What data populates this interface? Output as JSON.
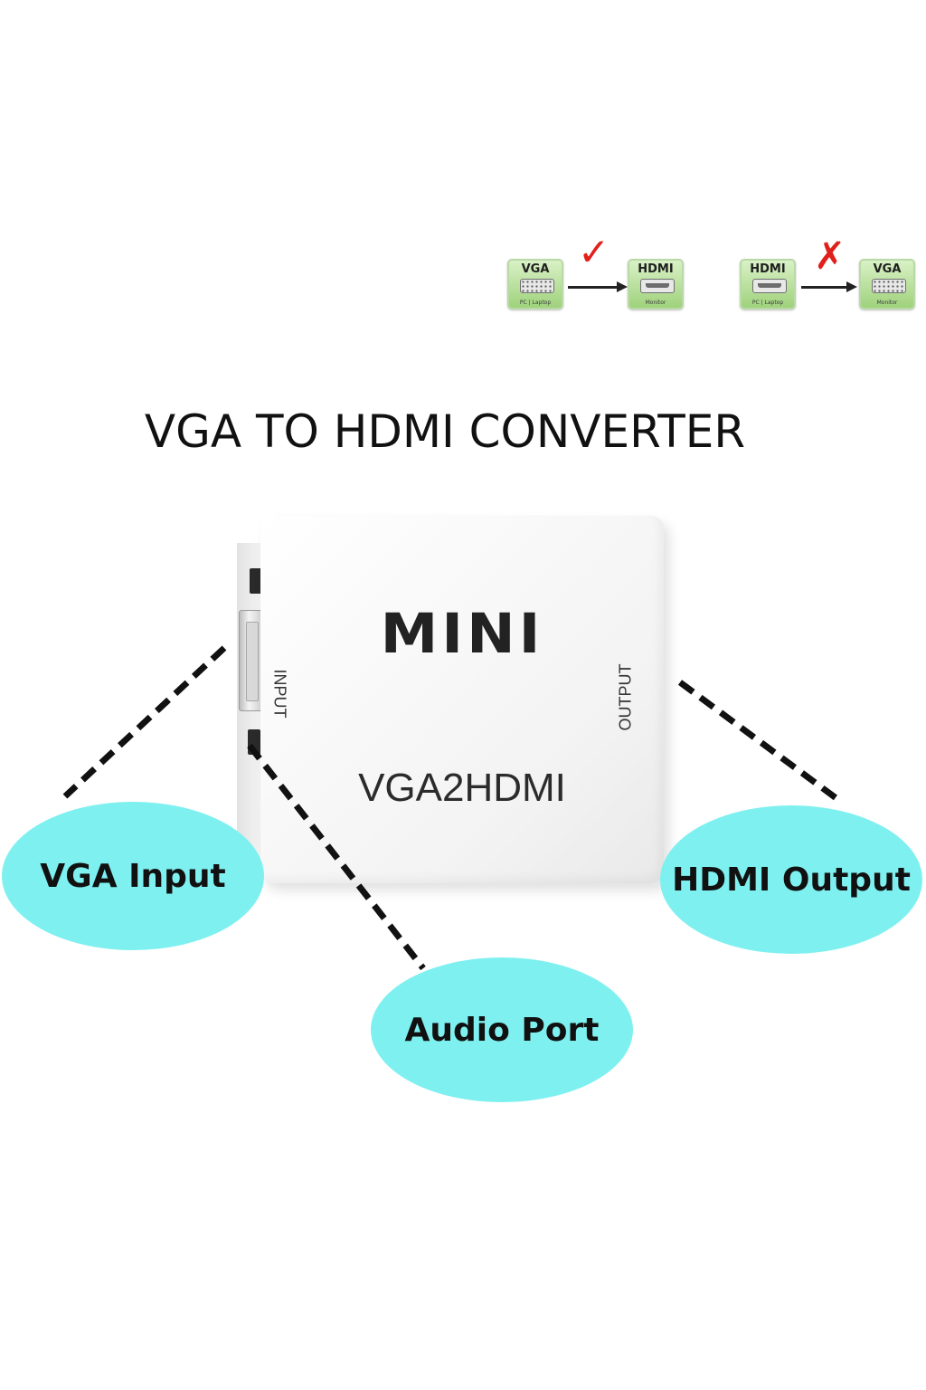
{
  "compatibility": {
    "supported": {
      "source": {
        "label": "VGA",
        "caption": "PC | Laptop"
      },
      "target": {
        "label": "HDMI",
        "caption": "Monitor"
      },
      "mark": "✓"
    },
    "unsupported": {
      "source": {
        "label": "HDMI",
        "caption": "PC | Laptop"
      },
      "target": {
        "label": "VGA",
        "caption": "Monitor"
      },
      "mark": "✗"
    }
  },
  "title": "VGA TO HDMI CONVERTER",
  "device": {
    "logo": "MINI",
    "model": "VGA2HDMI",
    "input_label": "INPUT",
    "output_label": "OUTPUT"
  },
  "callouts": {
    "vga_input": "VGA Input",
    "hdmi_output": "HDMI Output",
    "audio_port": "Audio Port"
  },
  "colors": {
    "callout_fill": "#7ff0f0",
    "port_card_green": "#9fd27c",
    "mark_red": "#e0201b"
  },
  "icons": {
    "supported_mark": "check-icon",
    "unsupported_mark": "cross-icon"
  }
}
